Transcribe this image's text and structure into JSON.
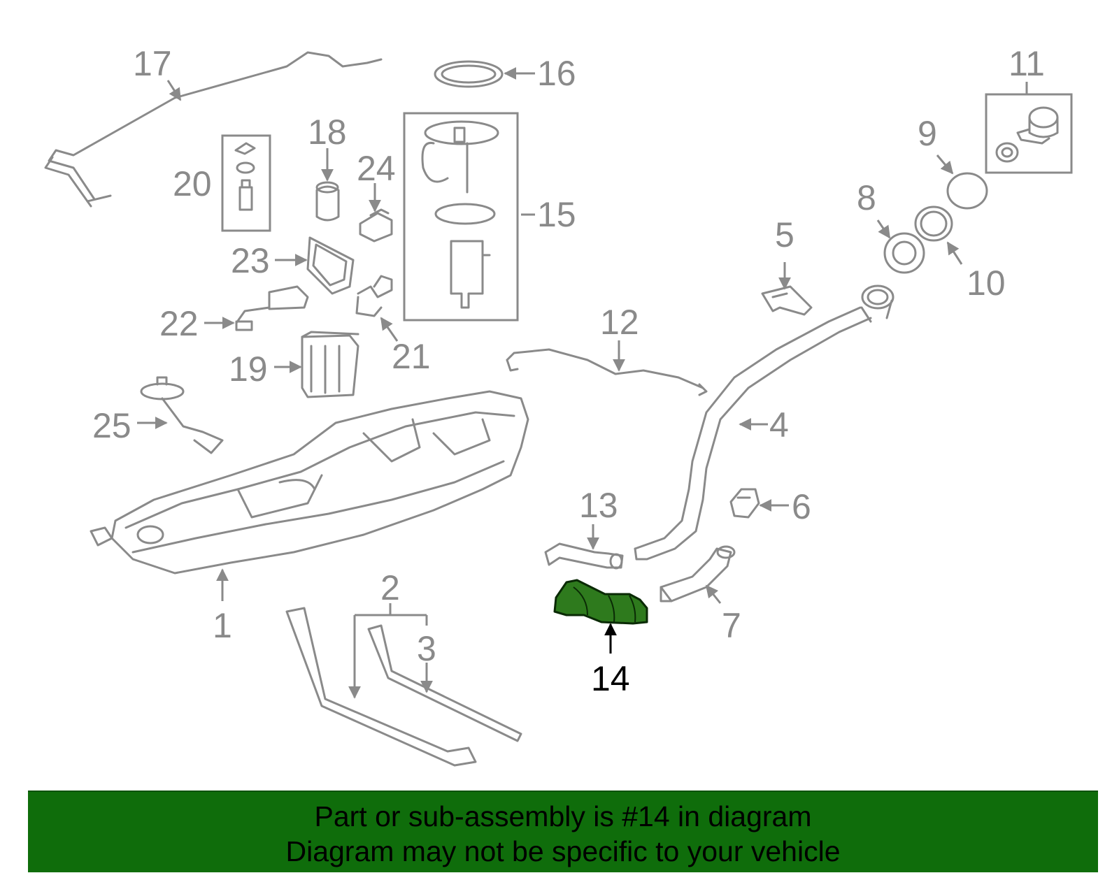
{
  "diagram": {
    "highlight_color": "#0f6d0b",
    "callouts": {
      "c1": "1",
      "c2": "2",
      "c3": "3",
      "c4": "4",
      "c5": "5",
      "c6": "6",
      "c7": "7",
      "c8": "8",
      "c9": "9",
      "c10": "10",
      "c11": "11",
      "c12": "12",
      "c13": "13",
      "c14": "14",
      "c15": "15",
      "c16": "16",
      "c17": "17",
      "c18": "18",
      "c19": "19",
      "c20": "20",
      "c21": "21",
      "c22": "22",
      "c23": "23",
      "c24": "24",
      "c25": "25"
    }
  },
  "banner": {
    "line1": "Part or sub-assembly is #14 in diagram",
    "line2": "Diagram may not be specific to your vehicle",
    "background": "#0f6d0b"
  }
}
